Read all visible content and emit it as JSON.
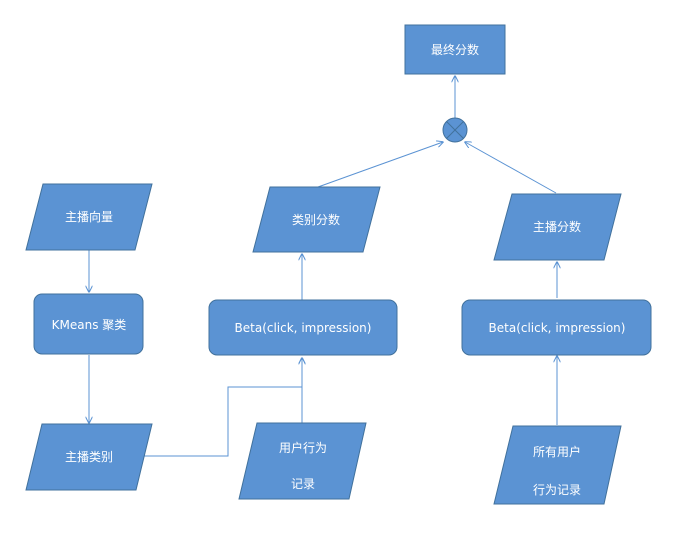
{
  "diagram": {
    "final_score": "最终分数",
    "anchor_vector": "主播向量",
    "kmeans": "KMeans 聚类",
    "anchor_category": "主播类别",
    "category_score": "类别分数",
    "beta_left": "Beta(click, impression)",
    "user_behavior_line1": "用户行为",
    "user_behavior_line2": "记录",
    "anchor_score": "主播分数",
    "beta_right": "Beta(click, impression)",
    "all_users_line1": "所有用户",
    "all_users_line2": "行为记录"
  },
  "colors": {
    "fill": "#5b93d3",
    "stroke": "#41719c",
    "text": "#ffffff",
    "background": "#ffffff"
  }
}
